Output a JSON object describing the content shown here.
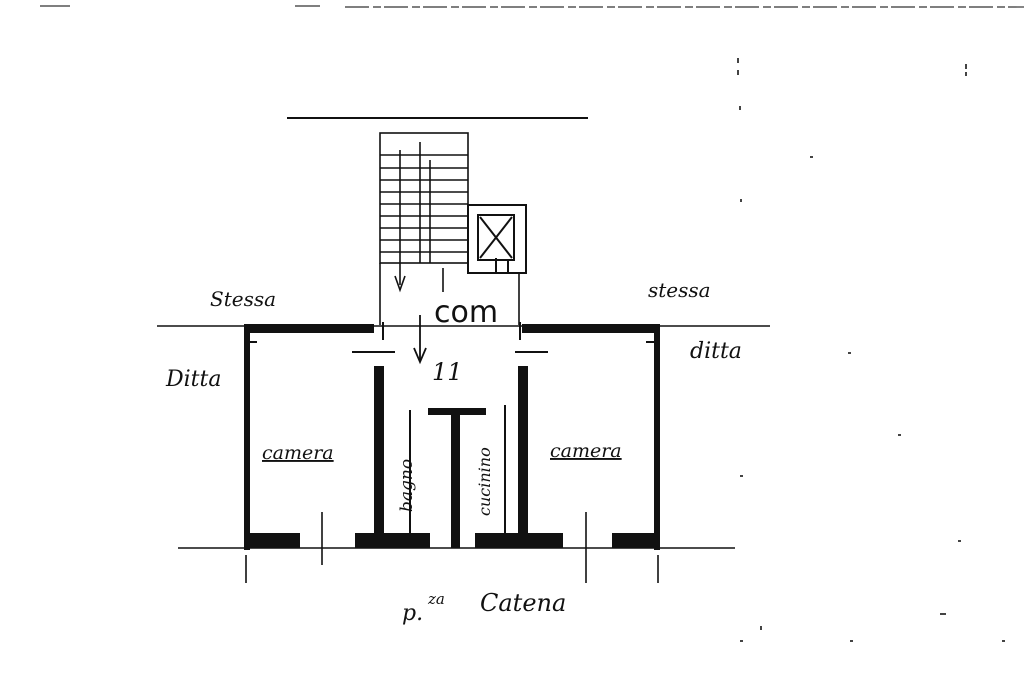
{
  "plan": {
    "labels": {
      "stessa_left": "Stessa",
      "stessa_right": "stessa",
      "ditta_left": "Ditta",
      "ditta_right": "ditta",
      "com": "com",
      "unit_number": "11",
      "camera_left": "camera",
      "camera_right": "camera",
      "bagno": "bagno",
      "cucinino": "cucinino",
      "piazza_abbr": "p.",
      "piazza_sup": "za",
      "catena": "Catena"
    }
  }
}
